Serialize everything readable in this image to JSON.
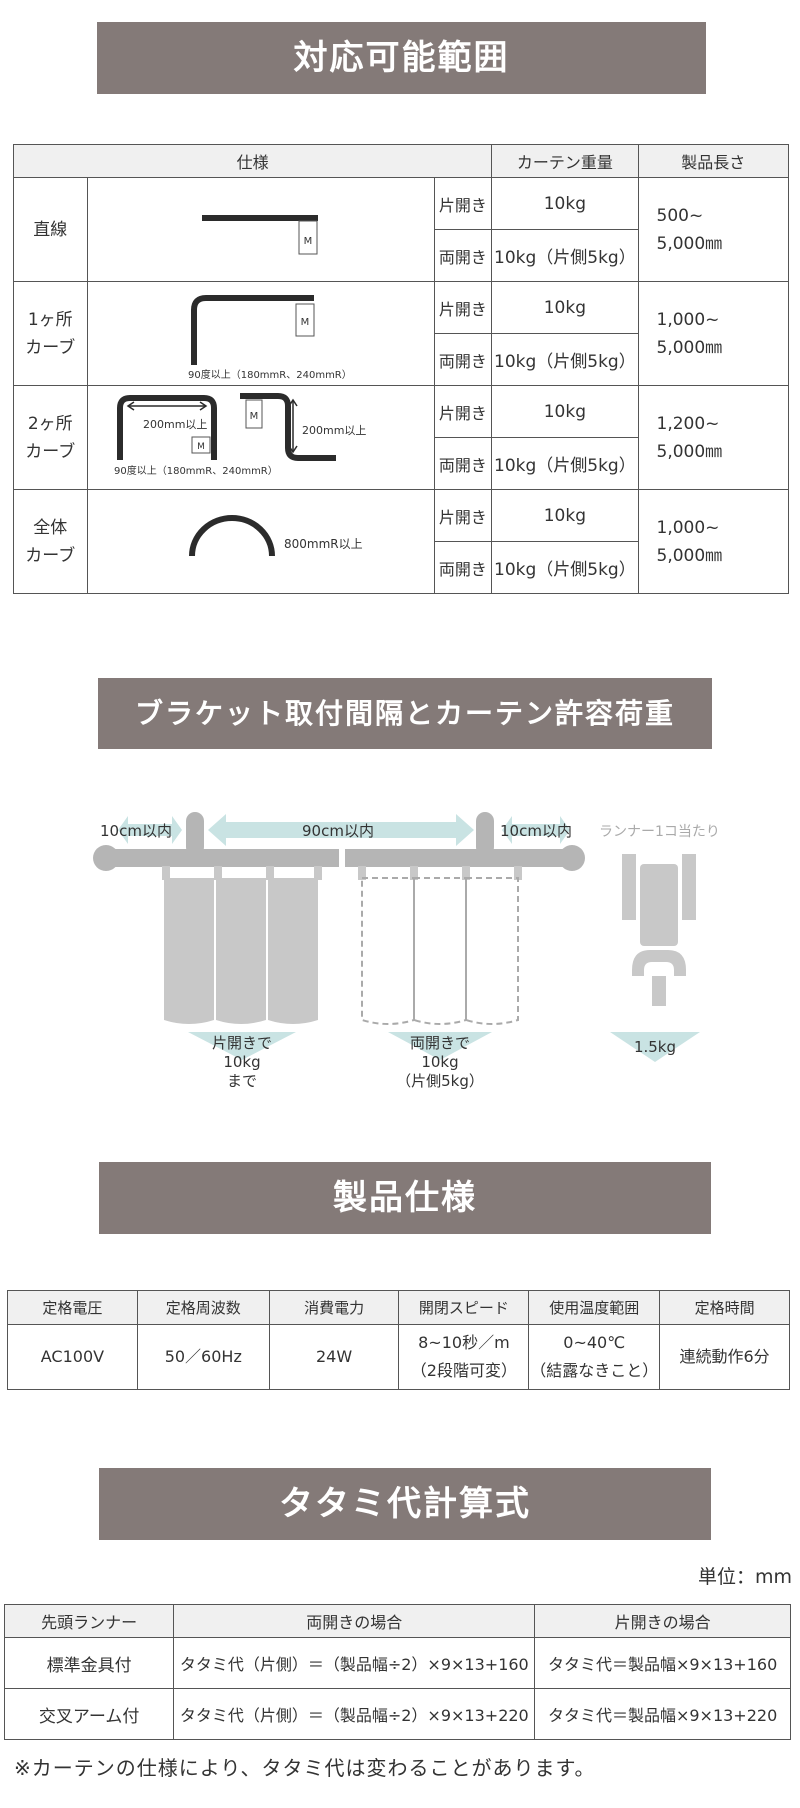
{
  "sec1": {
    "title": "対応可能範囲",
    "headers": {
      "spec": "仕様",
      "weight": "カーテン重量",
      "length": "製品長さ"
    },
    "rows": [
      {
        "type": [
          "直線"
        ],
        "one_label": "片開き",
        "one_weight": "10kg",
        "two_label": "両開き",
        "two_weight": "10kg（片側5kg）",
        "length": [
          "500~",
          "5,000㎜"
        ]
      },
      {
        "type": [
          "1ヶ所",
          "カーブ"
        ],
        "one_label": "片開き",
        "one_weight": "10kg",
        "two_label": "両開き",
        "two_weight": "10kg（片側5kg）",
        "length": [
          "1,000~",
          "5,000㎜"
        ]
      },
      {
        "type": [
          "2ヶ所",
          "カーブ"
        ],
        "one_label": "片開き",
        "one_weight": "10kg",
        "two_label": "両開き",
        "two_weight": "10kg（片側5kg）",
        "length": [
          "1,200~",
          "5,000㎜"
        ]
      },
      {
        "type": [
          "全体",
          "カーブ"
        ],
        "one_label": "片開き",
        "one_weight": "10kg",
        "two_label": "両開き",
        "two_weight": "10kg（片側5kg）",
        "length": [
          "1,000~",
          "5,000㎜"
        ]
      }
    ],
    "diagrams": {
      "motor": "M",
      "curve_note": "90度以上（180mmR、240mmR）",
      "span_200": "200mm以上",
      "arc_note": "800mmR以上"
    }
  },
  "sec2": {
    "title": "ブラケット取付間隔とカーテン許容荷重",
    "end_gap": "10cm以内",
    "mid_gap": "90cm以内",
    "runner_title": "ランナー1コ当たり",
    "runner_load": "1.5kg",
    "one_side": [
      "片開きで",
      "10kg",
      "まで"
    ],
    "two_side": [
      "両開きで",
      "10kg",
      "（片側5kg）"
    ]
  },
  "sec3": {
    "title": "製品仕様",
    "headers": [
      "定格電圧",
      "定格周波数",
      "消費電力",
      "開閉スピード",
      "使用温度範囲",
      "定格時間"
    ],
    "values": [
      [
        "AC100V"
      ],
      [
        "50／60Hz"
      ],
      [
        "24W"
      ],
      [
        "8~10秒／m",
        "（2段階可変）"
      ],
      [
        "0~40℃",
        "（結露なきこと）"
      ],
      [
        "連続動作6分"
      ]
    ]
  },
  "sec4": {
    "title": "タタミ代計算式",
    "unit": "単位：mm",
    "headers": [
      "先頭ランナー",
      "両開きの場合",
      "片開きの場合"
    ],
    "rows": [
      [
        "標準金具付",
        "タタミ代（片側）＝（製品幅÷2）×9×13+160",
        "タタミ代＝製品幅×9×13+160"
      ],
      [
        "交叉アーム付",
        "タタミ代（片側）＝（製品幅÷2）×9×13+220",
        "タタミ代＝製品幅×9×13+220"
      ]
    ],
    "note": "※カーテンの仕様により、タタミ代は変わることがあります。"
  },
  "colors": {
    "banner": "#847a78",
    "arrow": "#c9e3e3",
    "gray": "#c8c8c8",
    "rail": "#b5b5b5",
    "dark": "#2b2b2b"
  }
}
